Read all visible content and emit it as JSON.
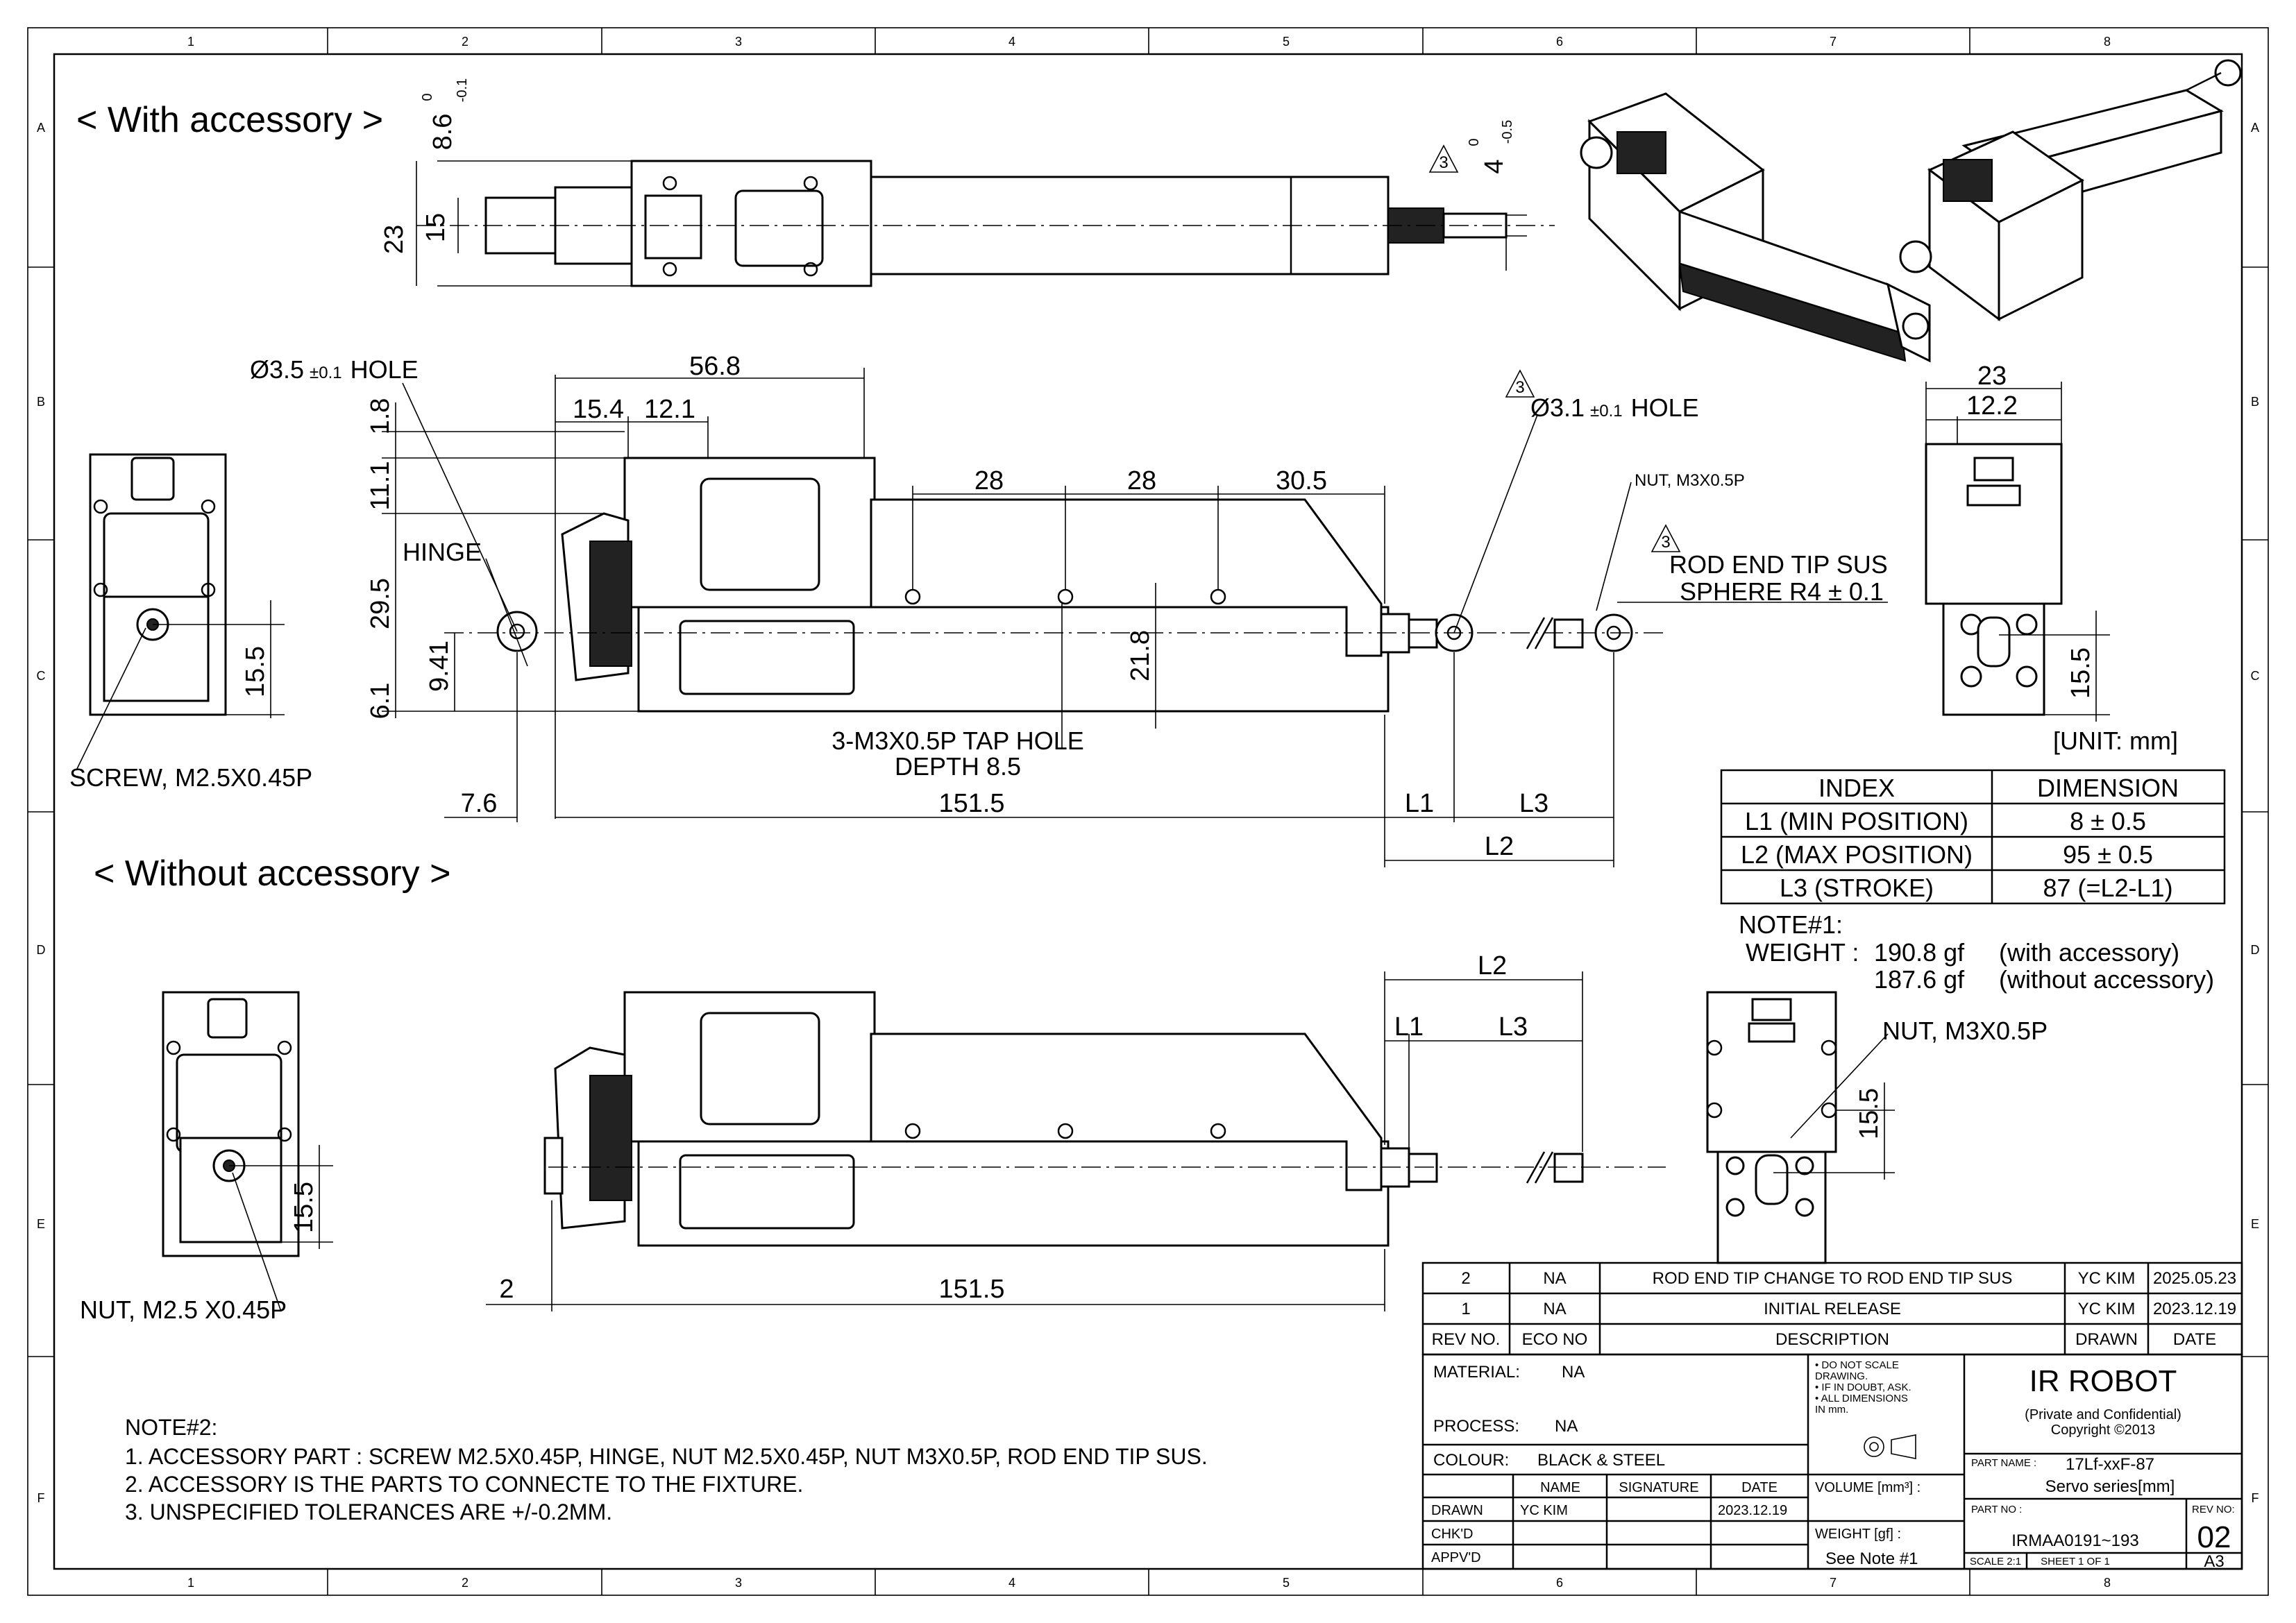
{
  "views": {
    "with_accessory_title": "< With accessory >",
    "without_accessory_title": "< Without accessory >"
  },
  "zones": {
    "cols": [
      "1",
      "2",
      "3",
      "4",
      "5",
      "6",
      "7",
      "8"
    ],
    "rows": [
      "A",
      "B",
      "C",
      "D",
      "E",
      "F"
    ]
  },
  "dimensions": {
    "top_tol_main": "8.6",
    "top_tol_upper": "0",
    "top_tol_lower": "-0.1",
    "top_23": "23",
    "top_15": "15",
    "rev_marker": "3",
    "right_tol_main": "4",
    "right_tol_upper": "0",
    "right_tol_lower": "-0.5",
    "d56_8": "56.8",
    "d15_4": "15.4",
    "d12_1": "12.1",
    "d28a": "28",
    "d28b": "28",
    "d30_5": "30.5",
    "d1_8": "1.8",
    "d11_1": "11.1",
    "d29_5": "29.5",
    "d9_41": "9.41",
    "d6_1": "6.1",
    "d21_8": "21.8",
    "d7_6": "7.6",
    "d151_5": "151.5",
    "L1": "L1",
    "L2": "L2",
    "L3": "L3",
    "left_15_5": "15.5",
    "right_23": "23",
    "right_12_2": "12.2",
    "right_15_5": "15.5",
    "bottom_L2": "L2",
    "bottom_L1": "L1",
    "bottom_L3": "L3",
    "bottom_2": "2",
    "bottom_151_5": "151.5",
    "bottom_left_15_5": "15.5",
    "bottom_right_15_5": "15.5"
  },
  "labels": {
    "hole_3_5": "Ø3.5",
    "hole_3_5_tol": "±0.1",
    "hole_word": "HOLE",
    "hole_3_1": "Ø3.1",
    "hole_3_1_tol": "±0.1",
    "hinge": "HINGE",
    "nut_m3_small": "NUT, M3X0.5P",
    "rod_end_1": "ROD END TIP SUS",
    "rod_end_2": "SPHERE R4 ± 0.1",
    "tap_hole_1": "3-M3X0.5P TAP HOLE",
    "tap_hole_2": "DEPTH 8.5",
    "screw": "SCREW, M2.5X0.45P",
    "unit": "[UNIT: mm]",
    "nut_m3": "NUT, M3X0.5P",
    "nut_m25": "NUT, M2.5 X0.45P"
  },
  "dim_table": {
    "headers": [
      "INDEX",
      "DIMENSION"
    ],
    "rows": [
      [
        "L1 (MIN POSITION)",
        "8 ± 0.5"
      ],
      [
        "L2 (MAX POSITION)",
        "95 ± 0.5"
      ],
      [
        "L3 (STROKE)",
        "87 (=L2-L1)"
      ]
    ]
  },
  "note1": {
    "title": "NOTE#1:",
    "weight_label": "WEIGHT :",
    "w1": "190.8 gf",
    "w1_desc": "(with accessory)",
    "w2": "187.6 gf",
    "w2_desc": "(without accessory)"
  },
  "note2": {
    "title": "NOTE#2:",
    "lines": [
      "1. ACCESSORY PART :   SCREW M2.5X0.45P, HINGE, NUT M2.5X0.45P, NUT M3X0.5P, ROD END TIP SUS.",
      "2. ACCESSORY IS THE PARTS TO CONNECTE TO THE FIXTURE.",
      "3. UNSPECIFIED TOLERANCES ARE +/-0.2MM."
    ]
  },
  "revisions": {
    "rows": [
      [
        "2",
        "NA",
        "ROD END TIP CHANGE TO ROD END TIP SUS",
        "YC KIM",
        "2025.05.23"
      ],
      [
        "1",
        "NA",
        "INITIAL RELEASE",
        "YC KIM",
        "2023.12.19"
      ]
    ],
    "headers": [
      "REV NO.",
      "ECO NO",
      "DESCRIPTION",
      "DRAWN",
      "DATE"
    ]
  },
  "title_block": {
    "material_label": "MATERIAL:",
    "material": "NA",
    "process_label": "PROCESS:",
    "process": "NA",
    "colour_label": "COLOUR:",
    "colour": "BLACK & STEEL",
    "sig_headers": [
      "NAME",
      "SIGNATURE",
      "DATE"
    ],
    "drawn_label": "DRAWN",
    "drawn_name": "YC KIM",
    "drawn_date": "2023.12.19",
    "chkd_label": "CHK'D",
    "appvd_label": "APPV'D",
    "notes": [
      "• DO NOT SCALE",
      "  DRAWING.",
      "• IF IN DOUBT, ASK.",
      "• ALL DIMENSIONS",
      "  IN mm."
    ],
    "volume_label": "VOLUME [mm³] :",
    "weight_label": "WEIGHT [gf] :",
    "weight_value": "See Note #1",
    "company": "IR ROBOT",
    "confidential": "(Private and Confidential)",
    "copyright": "Copyright ©2013",
    "part_name_label": "PART NAME :",
    "part_name_1": "17Lf-xxF-87",
    "part_name_2": "Servo series[mm]",
    "part_no_label": "PART NO :",
    "part_no": "IRMAA0191~193",
    "rev_no_label": "REV NO:",
    "rev_no": "02",
    "scale": "SCALE  2:1",
    "sheet": "SHEET 1 OF 1",
    "size": "A3"
  }
}
